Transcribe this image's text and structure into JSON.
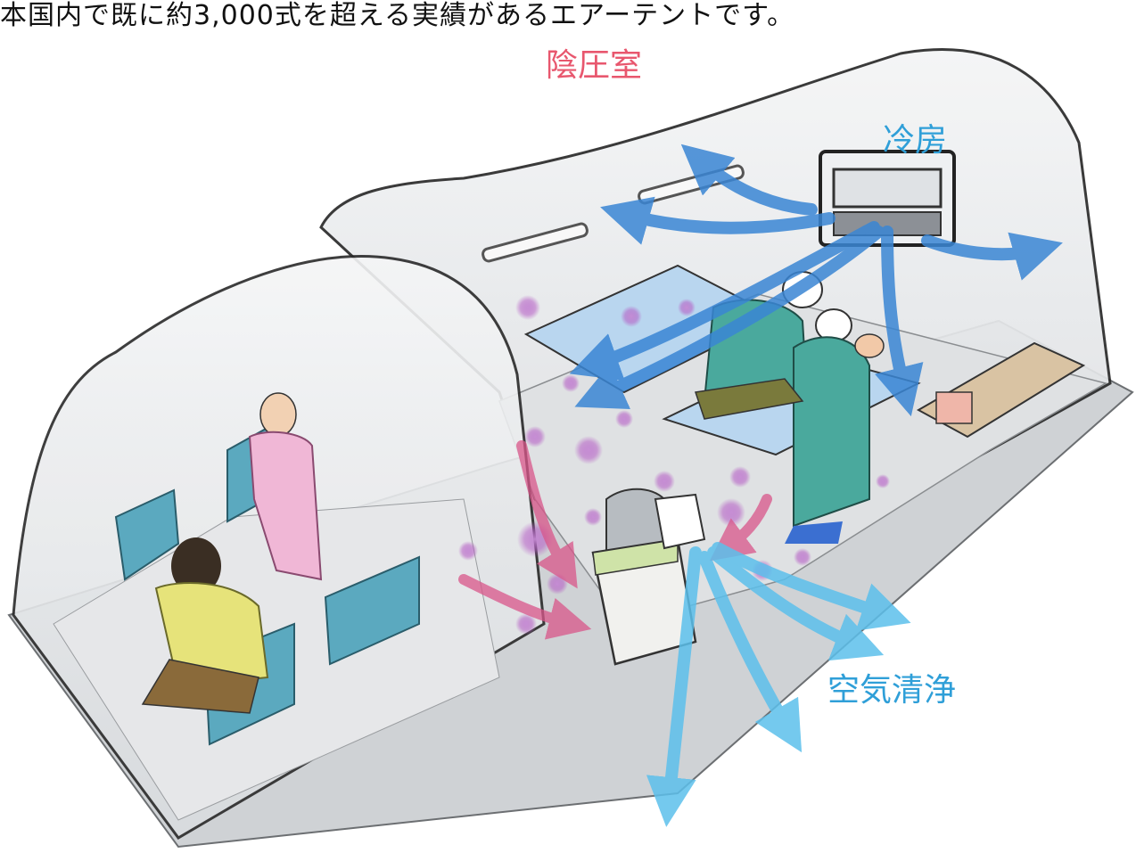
{
  "caption": "本国内で既に約3,000式を超える実績があるエアーテントです。",
  "labels": {
    "negative_pressure_room": "陰圧室",
    "cooling": "冷房",
    "air_purification": "空気清浄"
  },
  "colors": {
    "negative_pressure_label": "#e8576e",
    "air_flow_label": "#2f9fd8",
    "cool_air_arrow": "#3a86d4",
    "clean_air_arrow": "#5cc0ec",
    "intake_arrow": "#d9568a",
    "particles": "#b45cc4"
  },
  "icons": [
    "tent-illustration",
    "air-conditioner-icon",
    "air-purifier-icon",
    "bed-icon",
    "chair-icon",
    "person-icon"
  ]
}
